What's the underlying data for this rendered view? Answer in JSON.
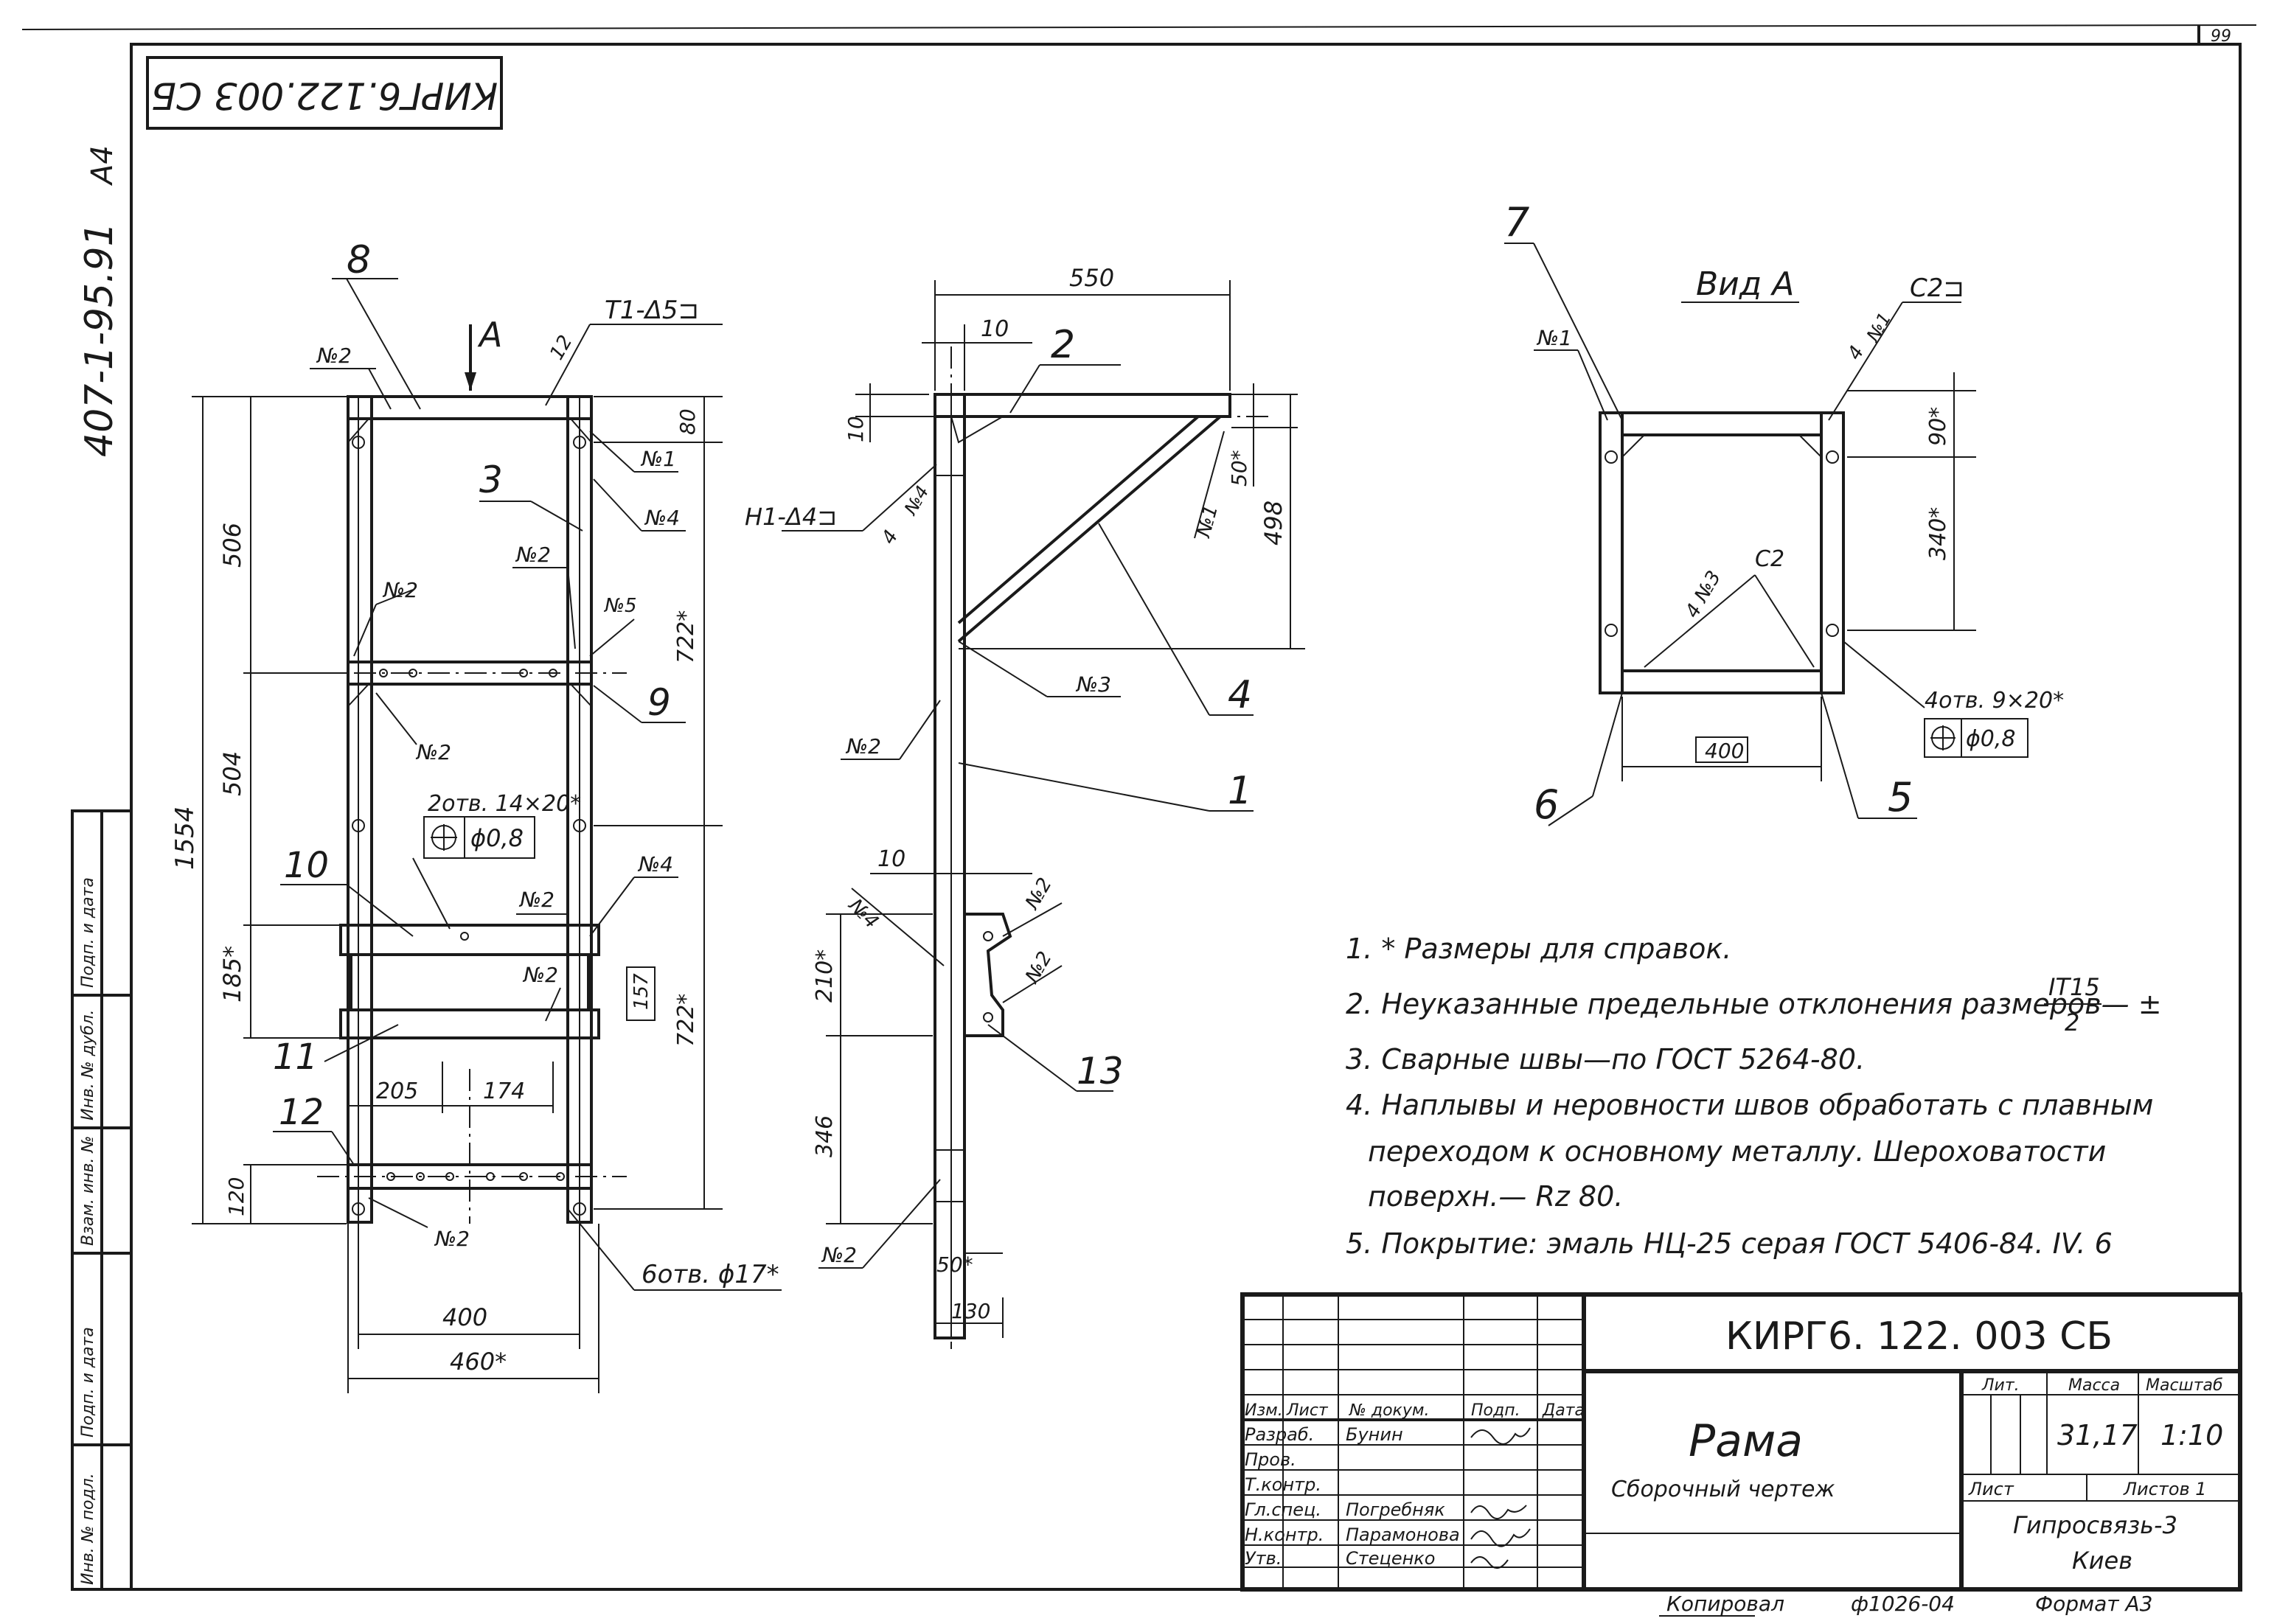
{
  "sheet": {
    "page_number": "99",
    "stamp_top": "КИРГ6.122.003 СБ",
    "side_code": "407-1-95.91",
    "side_format": "А4"
  },
  "left_stamp": {
    "cells": [
      "Подп. и дата",
      "Инв. № дубл.",
      "Взам. инв. №",
      "Подп. и дата",
      "Инв. № подл."
    ]
  },
  "front_view": {
    "labels": [
      "8",
      "3",
      "9",
      "10",
      "11",
      "12"
    ],
    "view_marker": "A",
    "weld_top": "T1-Δ5⊐",
    "weld_top_size": "12",
    "dims": {
      "overall": "1554",
      "d506": "506",
      "d504": "504",
      "d185": "185*",
      "d120": "120",
      "d80": "80",
      "d722a": "722*",
      "d722b": "722*",
      "d157": "157",
      "d205": "205",
      "d174": "174",
      "d400": "400",
      "d460": "460*"
    },
    "welds": {
      "n2": "№2",
      "n1": "№1",
      "n4": "№4",
      "n5": "№5"
    },
    "hole_note": "2отв. 14×20*",
    "tolerance": "ϕ0,8",
    "holes_bottom": "6отв. ϕ17*"
  },
  "side_view": {
    "labels": [
      "2",
      "4",
      "1",
      "13"
    ],
    "weld_h1": "H1-Δ4⊐",
    "weld_h1_size": "4",
    "dims": {
      "d550": "550",
      "d10a": "10",
      "d10b": "10",
      "d10c": "10",
      "d50a": "50*",
      "d498": "498",
      "d210": "210*",
      "d346": "346",
      "d50b": "50*",
      "d130": "130"
    },
    "welds": {
      "n1": "№1",
      "n2": "№2",
      "n3": "№3",
      "n4": "№4"
    }
  },
  "view_a": {
    "title": "Вид А",
    "labels": [
      "7",
      "6",
      "5"
    ],
    "weld_c2": "C2⊐",
    "weld_c2_size": "4",
    "weld_c2_low": "C2",
    "weld_n3": "4 №3",
    "n1": "№1",
    "dims": {
      "d90": "90*",
      "d340": "340*",
      "d400": "400"
    },
    "holes": "4отв. 9×20*",
    "tolerance": "ϕ0,8"
  },
  "notes": [
    "1. * Размеры для справок.",
    "2. Неуказанные предельные отклонения размеров— ±",
    "3. Сварные швы—по ГОСТ 5264-80.",
    "4. Наплывы и неровности швов обработать с плавным",
    "переходом к основному металлу. Шероховатости",
    "поверхн.— Rz 80.",
    "5. Покрытие: эмаль НЦ-25 серая ГОСТ 5406-84. IV. 6"
  ],
  "note2_fraction": {
    "numerator": "IT15",
    "denominator": "2"
  },
  "title_block": {
    "designation": "КИРГ6. 122. 003  СБ",
    "name": "Рама",
    "subtitle": "Сборочный чертеж",
    "headers": {
      "lit": "Лит.",
      "mass": "Масса",
      "scale": "Масштаб"
    },
    "mass_value": "31,17",
    "scale_value": "1:10",
    "sheet_label": "Лист",
    "sheets_label": "Листов 1",
    "organization": "Гипросвязь-3",
    "city": "Киев",
    "row_headers": [
      "Изм.",
      "Лист",
      "№ докум.",
      "Подп.",
      "Дата"
    ],
    "roles": [
      "Разраб.",
      "Пров.",
      "Т.контр.",
      "Гл.спец.",
      "Н.контр.",
      "Утв."
    ],
    "names": [
      "Бунин",
      "",
      "",
      "Погребняк",
      "Парамонова",
      "Стеценко"
    ]
  },
  "footer": {
    "copied": "Копировал",
    "order": "ф1026-04",
    "format": "Формат  А3"
  }
}
